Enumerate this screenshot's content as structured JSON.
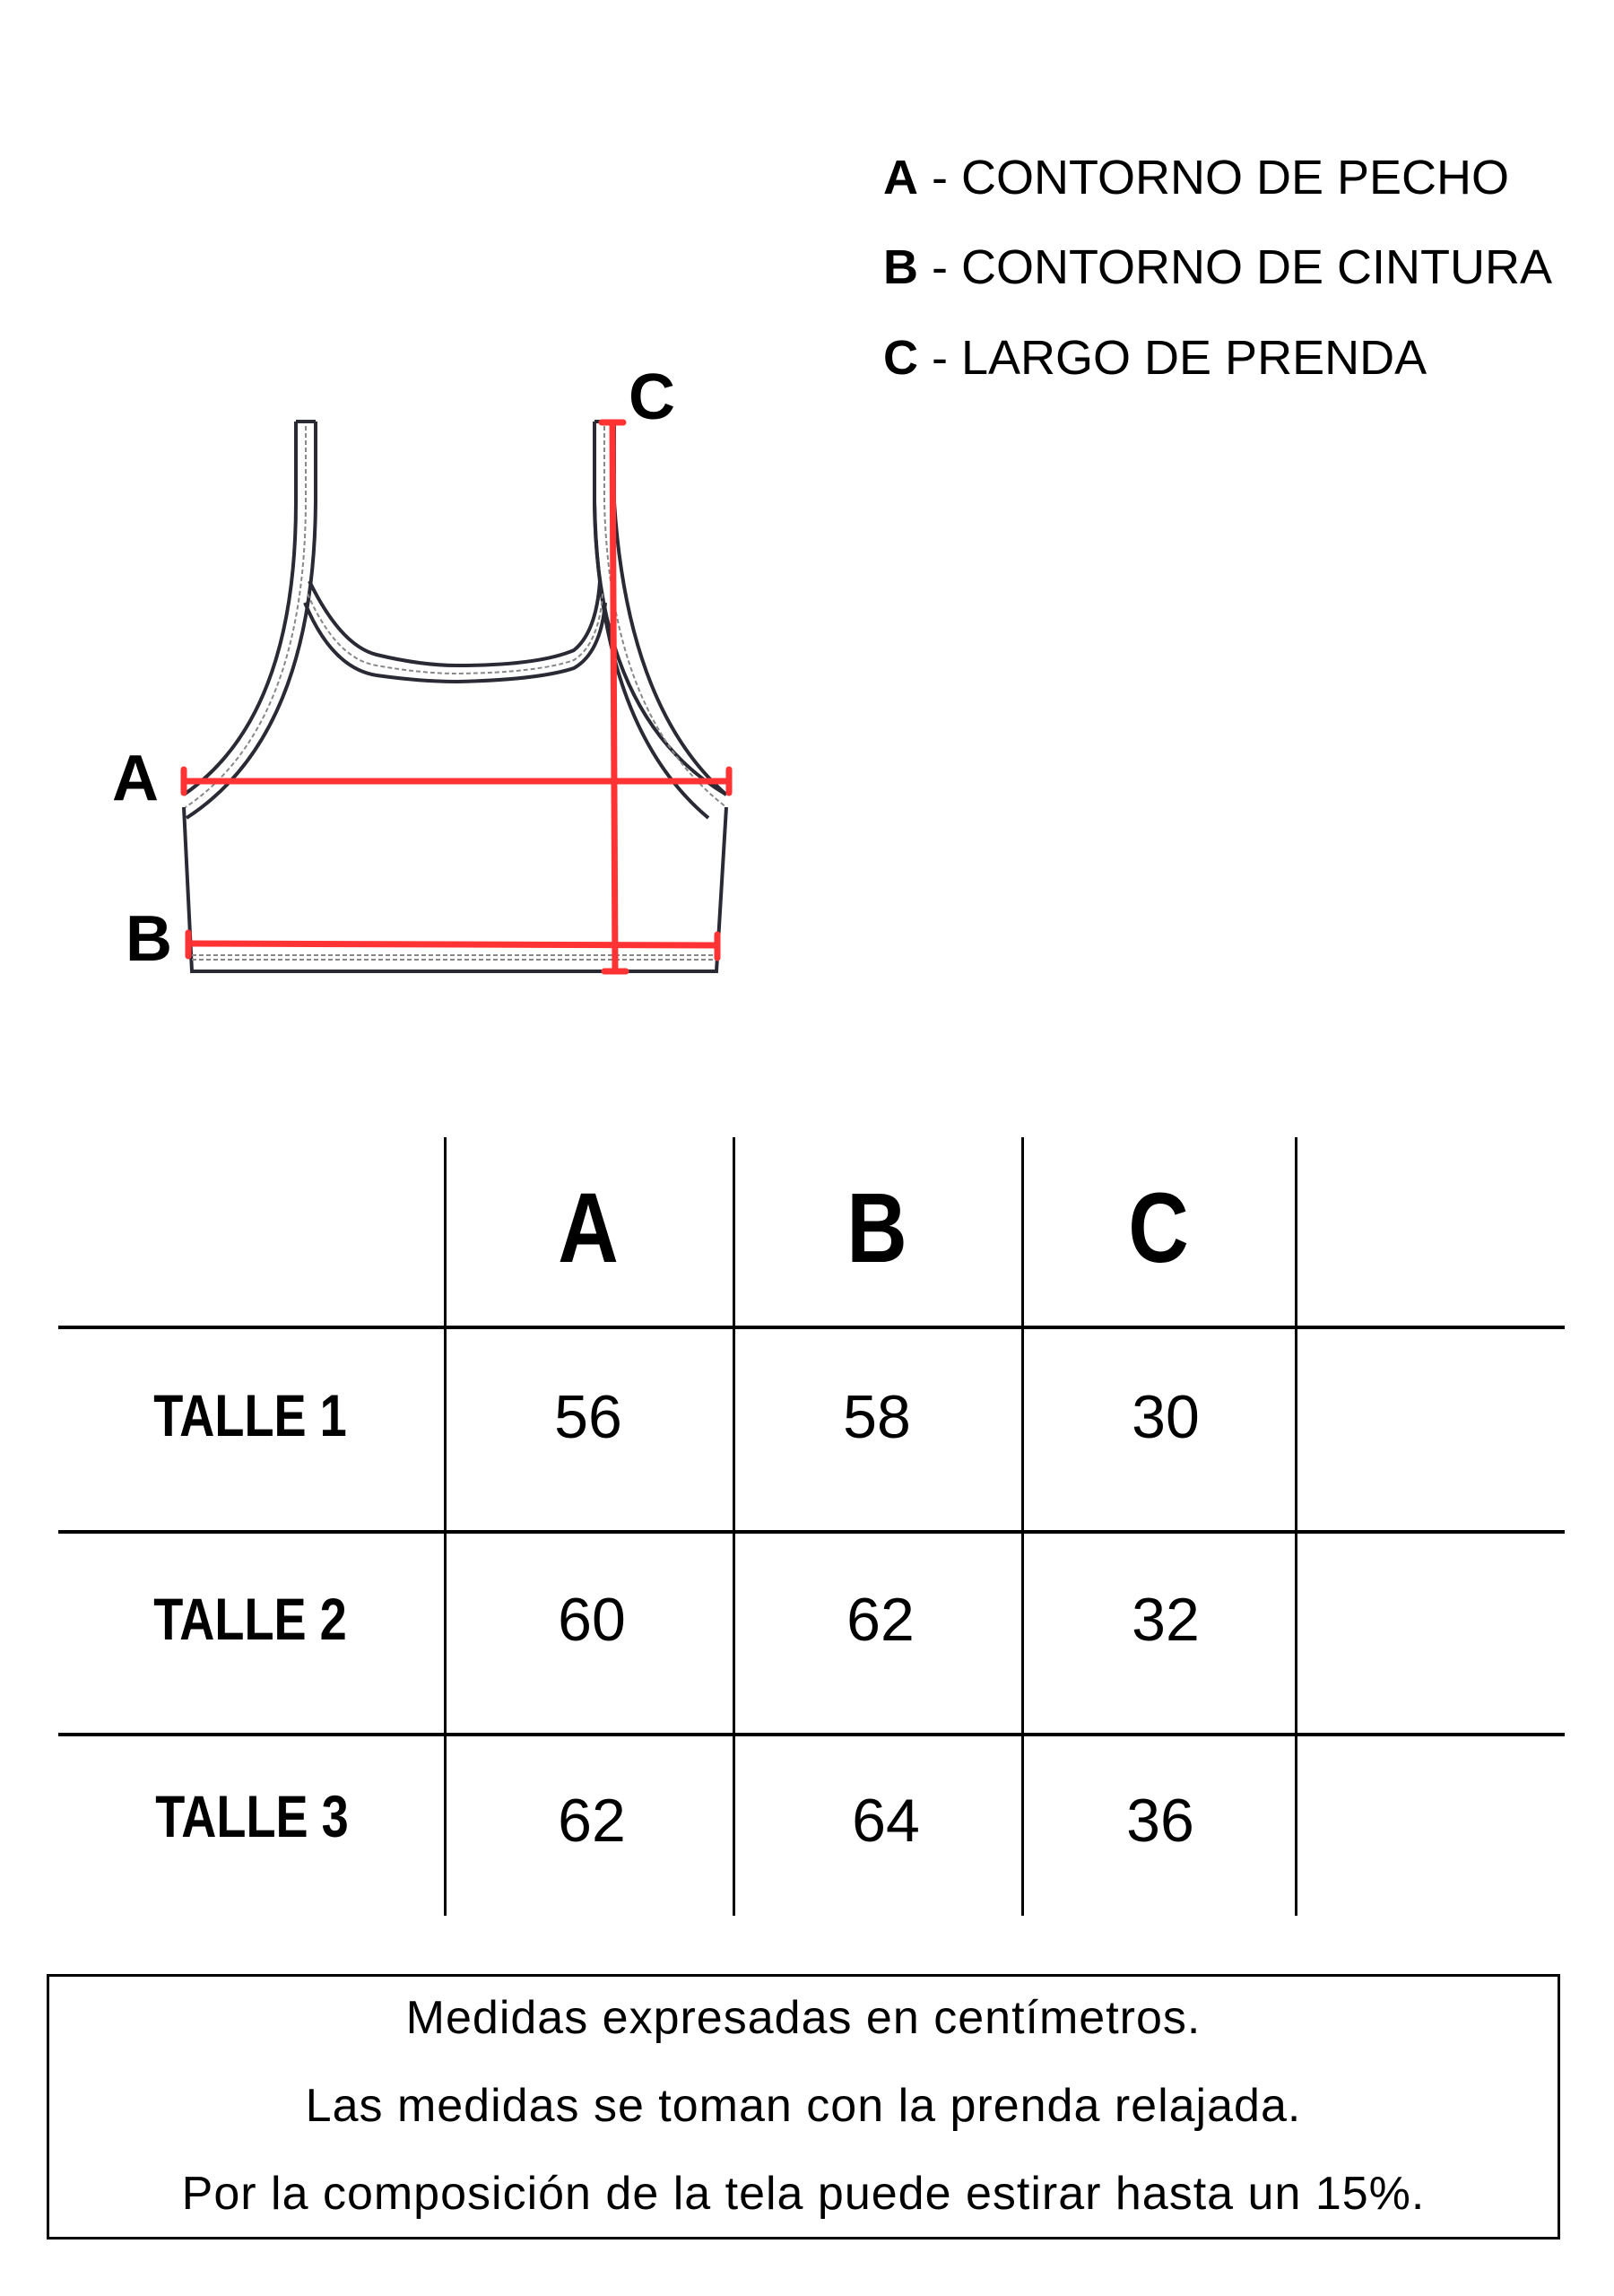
{
  "legend": [
    {
      "key": "A",
      "text": " - CONTORNO DE PECHO"
    },
    {
      "key": "B",
      "text": " - CONTORNO DE CINTURA"
    },
    {
      "key": "C",
      "text": " - LARGO DE PRENDA"
    }
  ],
  "diagram": {
    "label_a": "A",
    "label_b": "B",
    "label_c": "C",
    "measure_color": "#ff3333"
  },
  "table": {
    "headers": [
      "A",
      "B",
      "C"
    ],
    "rows": [
      {
        "label": "TALLE 1",
        "values": [
          "56",
          "58",
          "30"
        ]
      },
      {
        "label": "TALLE 2",
        "values": [
          "60",
          "62",
          "32"
        ]
      },
      {
        "label": "TALLE 3",
        "values": [
          "62",
          "64",
          "36"
        ]
      }
    ]
  },
  "notes": [
    "Medidas expresadas en centímetros.",
    "Las medidas se toman con la prenda relajada.",
    "Por la composición de la tela puede estirar hasta un 15%."
  ]
}
